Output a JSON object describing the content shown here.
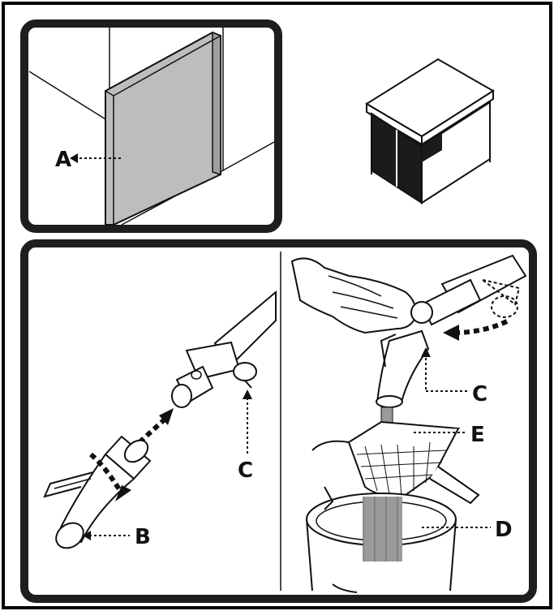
{
  "colors": {
    "frame": "#000000",
    "panel_border": "#1e1e1e",
    "panel_fill": "#ffffff",
    "door_fill": "#bdbdbd",
    "dark_fill": "#1b1b1b",
    "oil_fill": "#9a9a9a",
    "line": "#111111"
  },
  "labels": {
    "a": "A",
    "b": "B",
    "c_left": "C",
    "c_right": "C",
    "d": "D",
    "e": "E"
  },
  "icons": {
    "appliance": "fryer-unit-icon",
    "hand": "hand-icon",
    "filter": "filter-basket-icon",
    "container": "oil-container-icon"
  }
}
